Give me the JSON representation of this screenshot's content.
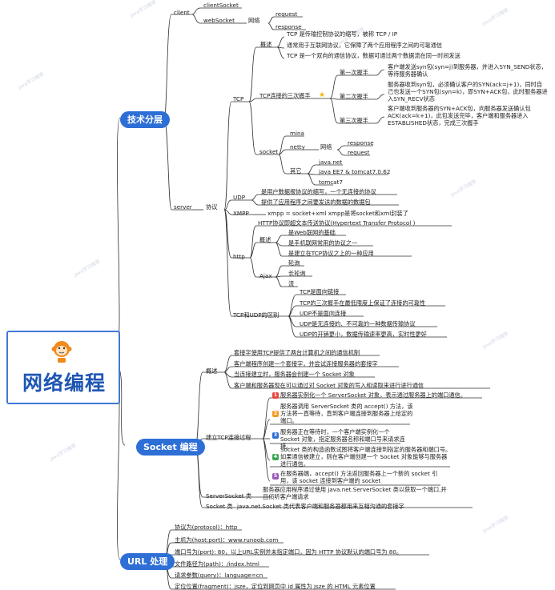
{
  "root": {
    "title": "网络编程"
  },
  "topics": {
    "tech": "技术分层",
    "socket": "Socket 编程",
    "url": "URL 处理"
  },
  "tech": {
    "client": "client",
    "client_socket": "clientSocket",
    "websocket": "webSocket",
    "wl1": "网络",
    "request": "request",
    "response": "response",
    "server": "server",
    "protocol": "协议",
    "tcp": "TCP",
    "tcp_overview": "概述",
    "tcp_ov": [
      "TCP 是传输控制协议的缩写，被称 TCP / IP",
      "通常用于互联网协议，它保障了两个应用程序之间的可靠通信",
      "TCP 是一个双向的通信协议，数据可通过两个数据流在同一时间发送"
    ],
    "handshake": "TCP连接的三次握手",
    "hs1_label": "第一次握手",
    "hs1_text": "客户端发送syn包(syn=j)到服务器，并进入SYN_SEND状态，等待服务器确认",
    "hs2_label": "第二次握手",
    "hs2_text": "服务器收到syn包，必须确认客户的SYN(ack=j+1)，同时自己也发送一个SYN包(syn=k)，即SYN+ACK包，此时服务器进入SYN_RECV状态",
    "hs3_label": "第三次握手",
    "hs3_text": "客户端收到服务器的SYN+ACK包，向服务器发送确认包ACK(ack=k+1)，此包发送完毕，客户端和服务器进入ESTABLISHED状态，完成三次握手",
    "socket": "socket",
    "mina": "mina",
    "netty": "netty",
    "wl2": "网络",
    "response2": "response",
    "request2": "request",
    "other": "其它",
    "javanet": "java.net",
    "javaee": "java EE7 & tomcat7.0.62",
    "tomcat7": "tomcat7",
    "udp": "UDP",
    "udp1": "是用户数据报协议的缩写，一个无连接的协议",
    "udp2": "提供了应用程序之间要发送的数据的数据包",
    "xmpp": "XMPP",
    "xmpp_text": "xmpp = socket+xml xmpp是将socket和xml封装了",
    "http": "http",
    "http_top": "HTTP协议即超文本传送协议(Hypertext Transfer Protocol )",
    "http_overview": "概述",
    "http_ov": [
      "是Web联网的基础",
      "是手机联网常用的协议之一",
      "是建立在TCP协议之上的一种应用"
    ],
    "ajax": "Ajax",
    "ajax_items": [
      "轮询",
      "长轮询",
      "流"
    ],
    "diff": "TCP和UDP的区别",
    "diff_items": [
      "TCP是面向链接",
      "TCP的三次握手在最低限度上保证了连接的可靠性",
      "UDP不是面向连接",
      "UDP是无连接的、不可靠的一种数据传输协议",
      "UDP的开销更小，数据传输速率更高，实时性更好"
    ]
  },
  "sock": {
    "overview": "概述",
    "ov": [
      "套接字使用TCP提供了两台计算机之间的通信机制",
      "客户端程序创建一个套接字，并尝试连接服务器的套接字",
      "当连接建立时，服务器会创建一个 Socket 对象",
      "客户端和服务器现在可以通过对 Socket 对象的写入和读取来进行进行通信"
    ],
    "establish": "建立TCP连接过程",
    "steps": [
      {
        "n": "1",
        "color": "#e8453c",
        "text": "服务器实例化一个 ServerSocket 对象，表示通过服务器上的端口通信。"
      },
      {
        "n": "2",
        "color": "#f29b1e",
        "text": "服务器调用 ServerSocket 类的 accept() 方法，该方法将一直等待，直到客户端连接到服务器上给定的端口。"
      },
      {
        "n": "3",
        "color": "#2e6fd6",
        "text": "服务器正在等待时，一个客户端实例化一个 Socket 对象，指定服务器名称和端口号来请求连接。"
      },
      {
        "n": "4",
        "color": "#3aa757",
        "text": "Socket 类的构造函数试图将客户端连接到指定的服务器和端口号。如果通信被建立，则在客户端创建一个 Socket 对象能够与服务器进行通信。"
      },
      {
        "n": "5",
        "color": "#9b59b6",
        "text": "在服务器端，accept() 方法返回服务器上一个新的 socket 引用，该 socket 连接到客户端的 socket"
      }
    ],
    "ss_label": "ServerSocket 类",
    "ss_text": "服务器应用程序通过使用 java.net.ServerSocket 类以获取一个端口,并且侦听客户端请求",
    "socket_label": "Socket 类",
    "socket_text": "java.net.Socket 类代表客户端和服务器都用来互相沟通的套接字"
  },
  "url": {
    "items": [
      "协议为(protocol)：http",
      "主机为(host:port)：www.runoob.com",
      "端口号为(port): 80，以上URL实例并未指定端口，因为 HTTP 协议默认的端口号为 80。",
      "文件路径为(path)：/index.html",
      "请求参数(query)：language=cn",
      "定位位置(fragment)：jsze，定位到网页中 id 属性为 jsze 的 HTML 元素位置"
    ]
  },
  "watermark": "java学习微笑"
}
